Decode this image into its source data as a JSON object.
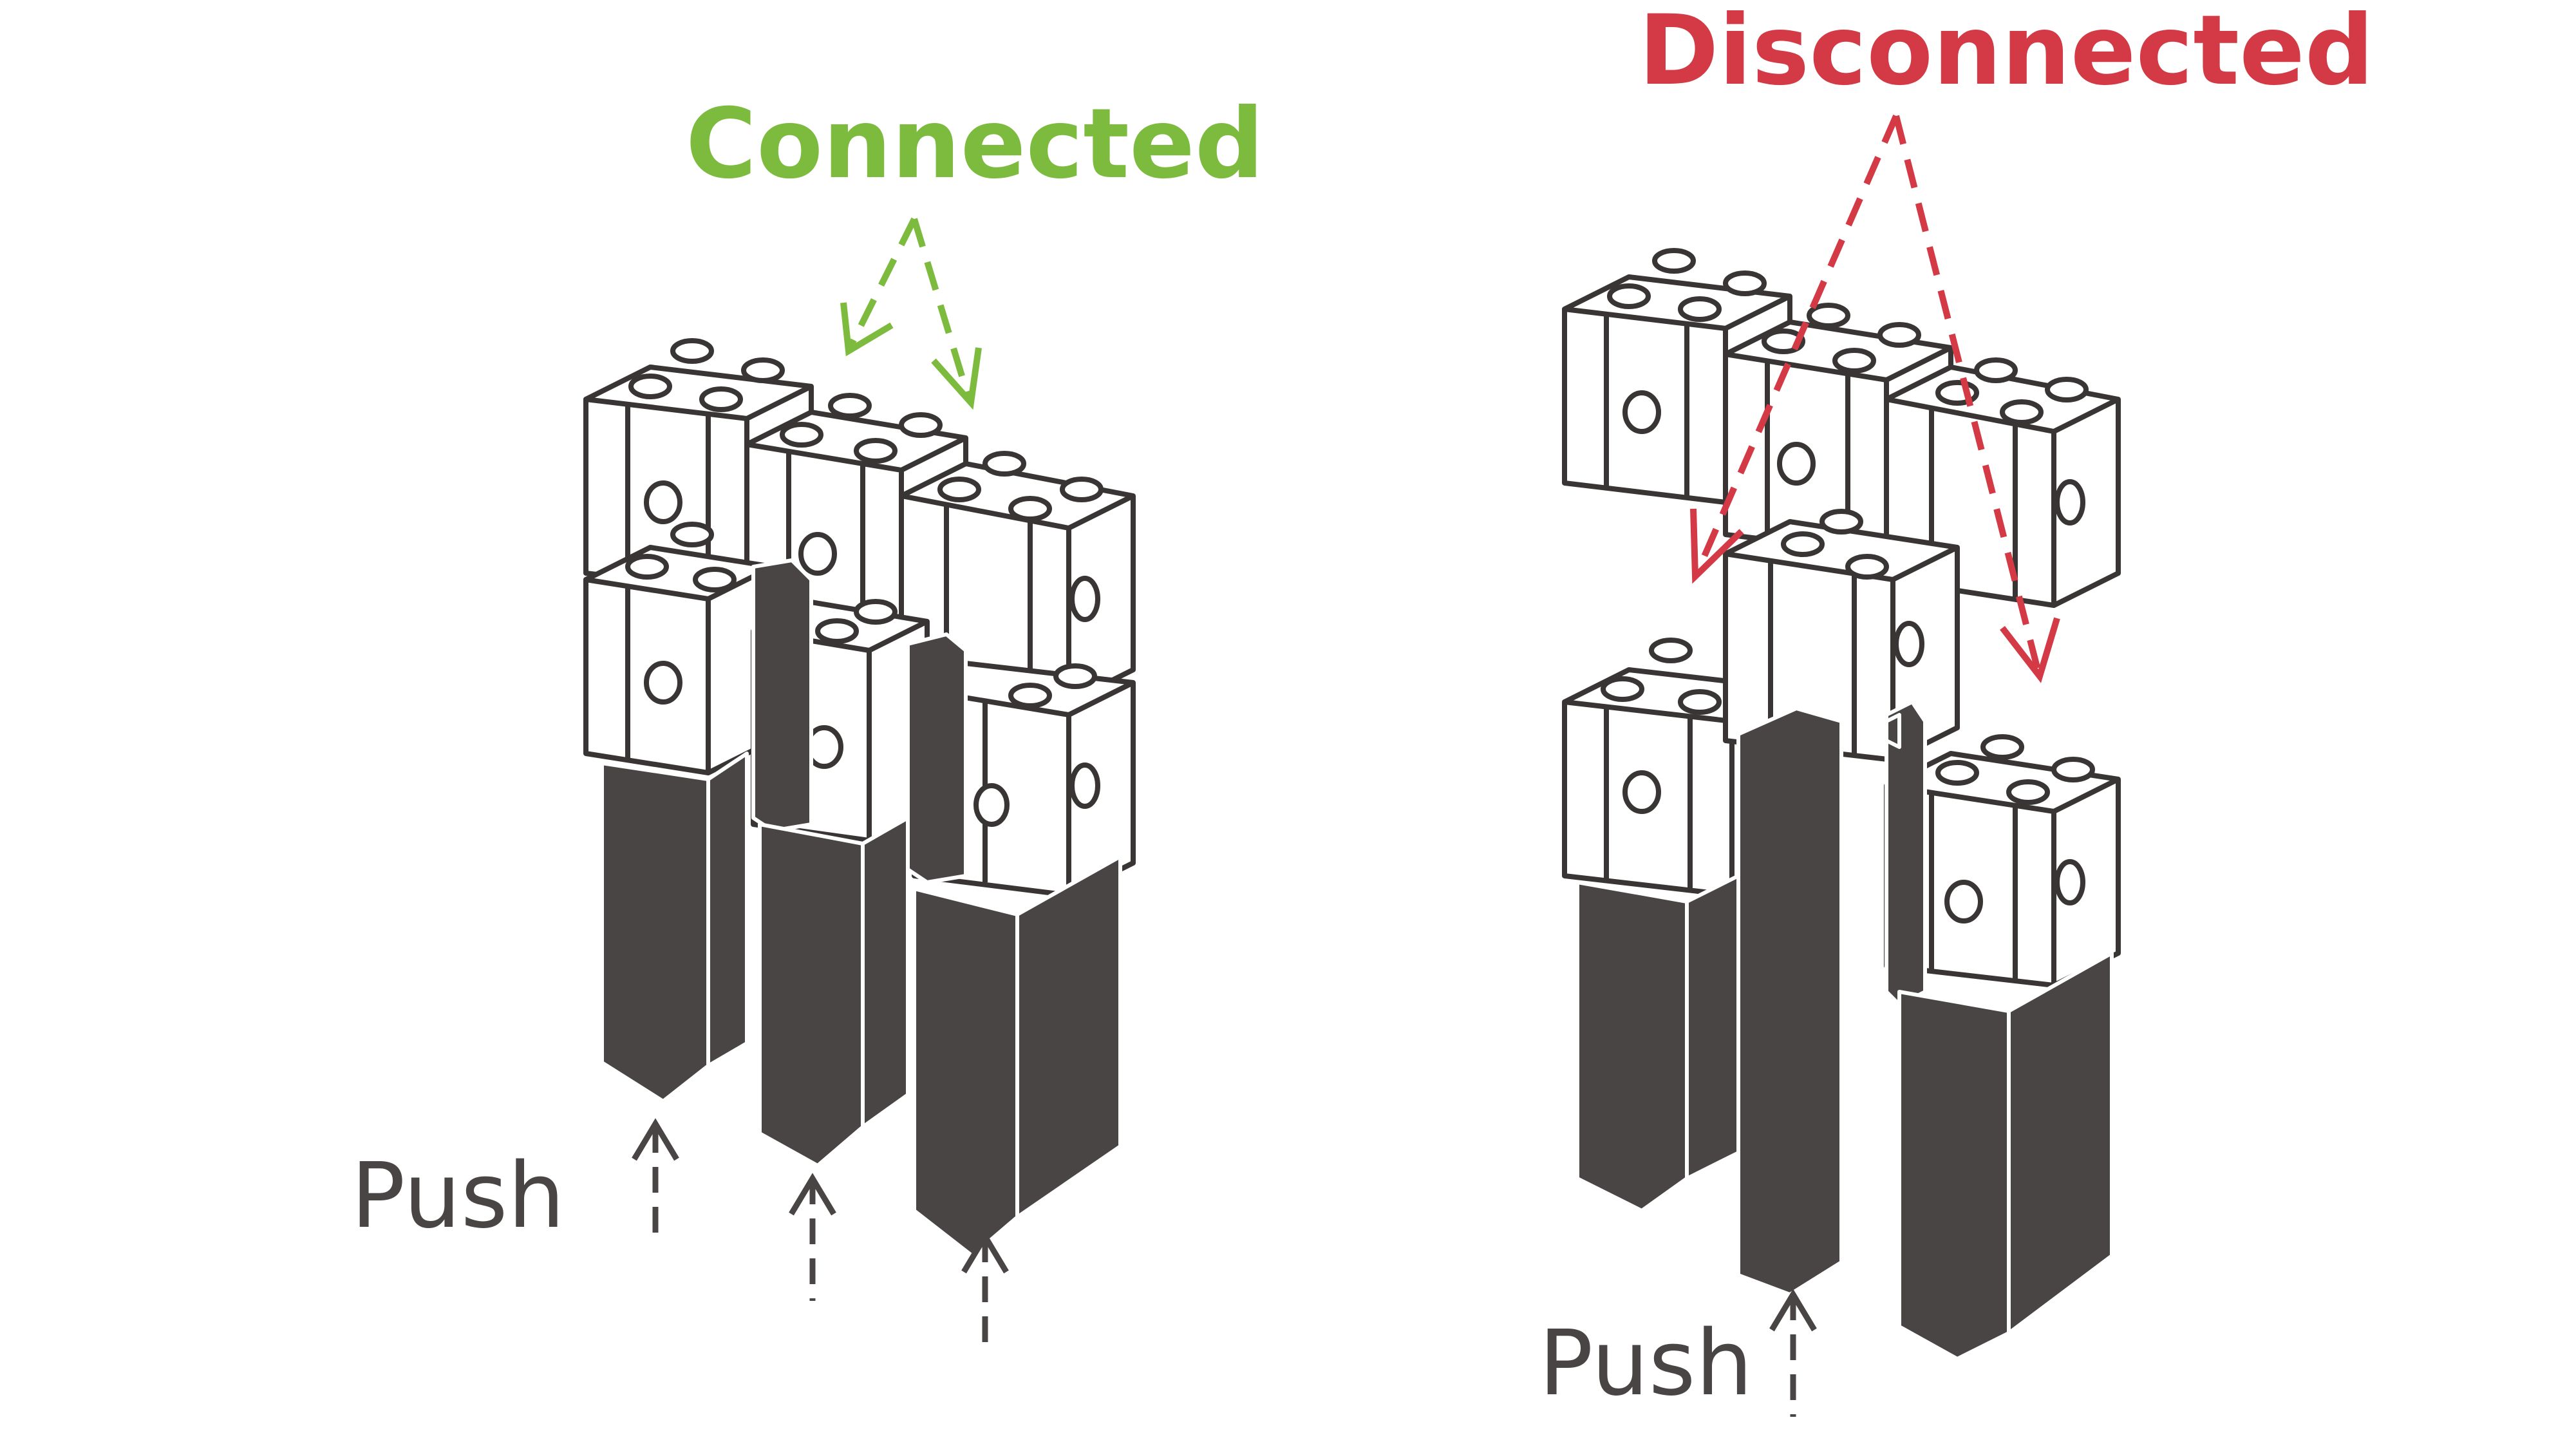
{
  "labels": {
    "connected": "Connected",
    "disconnected": "Disconnected",
    "push_left": "Push",
    "push_right": "Push"
  },
  "colors": {
    "connected": "#7dbb3e",
    "disconnected": "#d33a45",
    "dark_block": "#4a4545",
    "outline": "#3a3535",
    "text": "#4a4545",
    "background": "#ffffff"
  },
  "diagrams": [
    {
      "state": "connected",
      "push_arrows": 3
    },
    {
      "state": "disconnected",
      "push_arrows": 1
    }
  ]
}
